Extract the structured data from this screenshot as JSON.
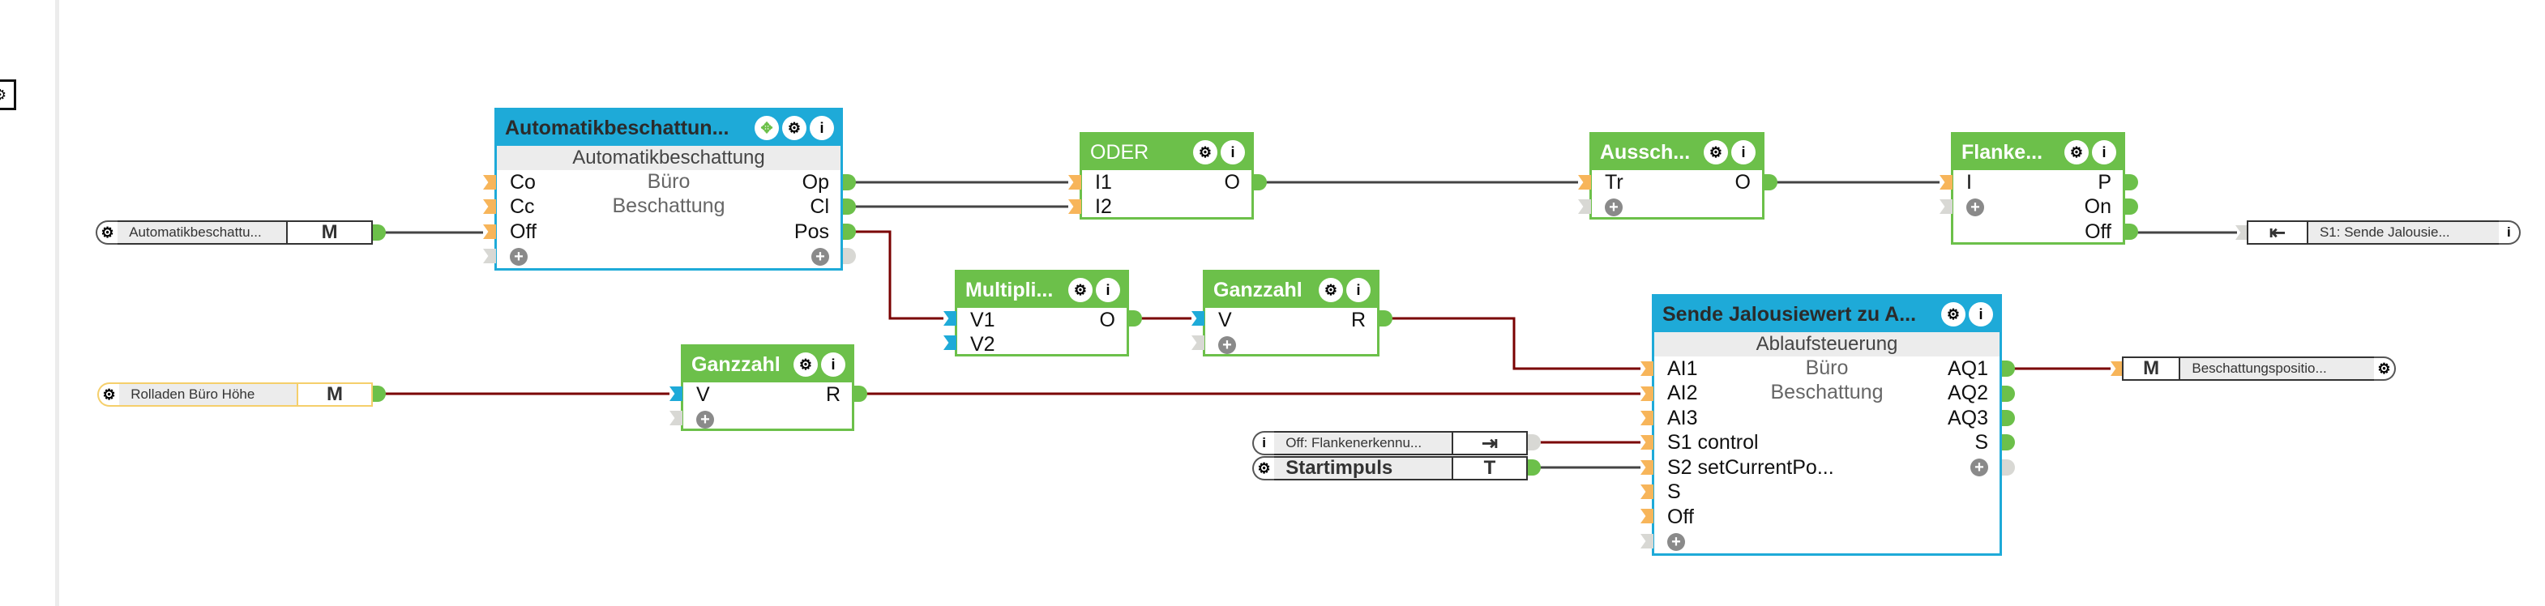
{
  "sidebar": {
    "gear_icon": "gear-icon"
  },
  "colors": {
    "function_block_header": "#6cc04a",
    "program_block_header": "#1eaad8",
    "analog_wire": "#7a0000",
    "digital_wire": "#444444",
    "digital_input_port": "#f7b55a",
    "analog_input_port": "#1eaad8",
    "output_port": "#6cc04a",
    "unused_port": "#d8d8d4"
  },
  "inputs": [
    {
      "name": "Automatikbeschattu...",
      "tag": "M",
      "icon": "gear-icon"
    },
    {
      "name": "Rolladen Büro Höhe",
      "tag": "M",
      "icon": "gear-icon",
      "selected": true
    },
    {
      "name": "Off: Flankenerkennu...",
      "tag_icon": "exit-icon",
      "icon": "info-icon"
    },
    {
      "name": "Startimpuls",
      "tag": "T",
      "icon": "gear-icon"
    }
  ],
  "outputs": [
    {
      "name": "S1: Sende Jalousie...",
      "tag_icon": "exit-icon",
      "icon": "info-icon"
    },
    {
      "name": "Beschattungspositio...",
      "tag": "M",
      "icon": "gear-icon"
    }
  ],
  "blocks": {
    "automatik": {
      "title": "Automatikbeschattun...",
      "subtitle": "Automatikbeschattung",
      "room": "Büro",
      "category": "Beschattung",
      "inputs": [
        "Co",
        "Cc",
        "Off"
      ],
      "outputs": [
        "Op",
        "Cl",
        "Pos"
      ]
    },
    "oder": {
      "title": "ODER",
      "inputs": [
        "I1",
        "I2"
      ],
      "outputs": [
        "O"
      ]
    },
    "multipli": {
      "title": "Multipli...",
      "inputs": [
        "V1",
        "V2"
      ],
      "outputs": [
        "O"
      ]
    },
    "ganzzahl1": {
      "title": "Ganzzahl",
      "inputs": [
        "V"
      ],
      "outputs": [
        "R"
      ]
    },
    "ganzzahl2": {
      "title": "Ganzzahl",
      "inputs": [
        "V"
      ],
      "outputs": [
        "R"
      ]
    },
    "aussch": {
      "title": "Aussch...",
      "inputs": [
        "Tr"
      ],
      "outputs": [
        "O"
      ]
    },
    "flanke": {
      "title": "Flanke...",
      "inputs": [
        "I"
      ],
      "outputs": [
        "P",
        "On",
        "Off"
      ]
    },
    "sende": {
      "title": "Sende Jalousiewert zu A...",
      "subtitle": "Ablaufsteuerung",
      "room": "Büro",
      "category": "Beschattung",
      "inputs": [
        "AI1",
        "AI2",
        "AI3",
        "S1 control",
        "S2 setCurrentPo...",
        "S",
        "Off"
      ],
      "outputs": [
        "AQ1",
        "AQ2",
        "AQ3",
        "S"
      ]
    }
  },
  "glyphs": {
    "gear": "⚙",
    "info": "i",
    "plus": "+",
    "move": "✥"
  }
}
